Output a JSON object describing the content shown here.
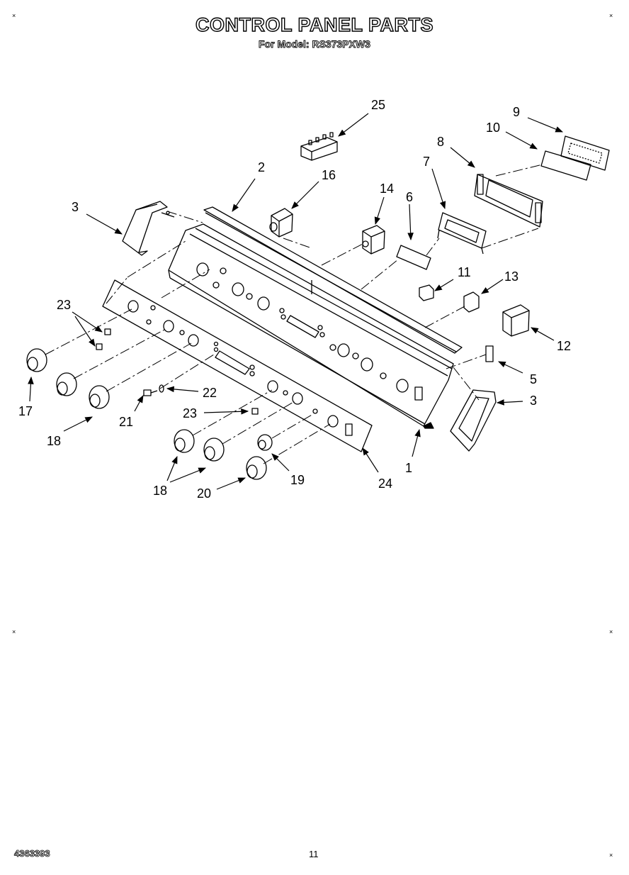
{
  "header": {
    "title": "CONTROL PANEL PARTS",
    "subtitle": "For Model: RS373PXW3"
  },
  "footer": {
    "doc_number": "4363393",
    "page_number": "11"
  },
  "corner_mark": "×",
  "diagram": {
    "callouts": [
      "25",
      "9",
      "10",
      "8",
      "2",
      "16",
      "14",
      "7",
      "6",
      "3",
      "11",
      "13",
      "23",
      "12",
      "5",
      "3",
      "22",
      "17",
      "21",
      "23",
      "18",
      "1",
      "19",
      "24",
      "18",
      "20"
    ]
  }
}
